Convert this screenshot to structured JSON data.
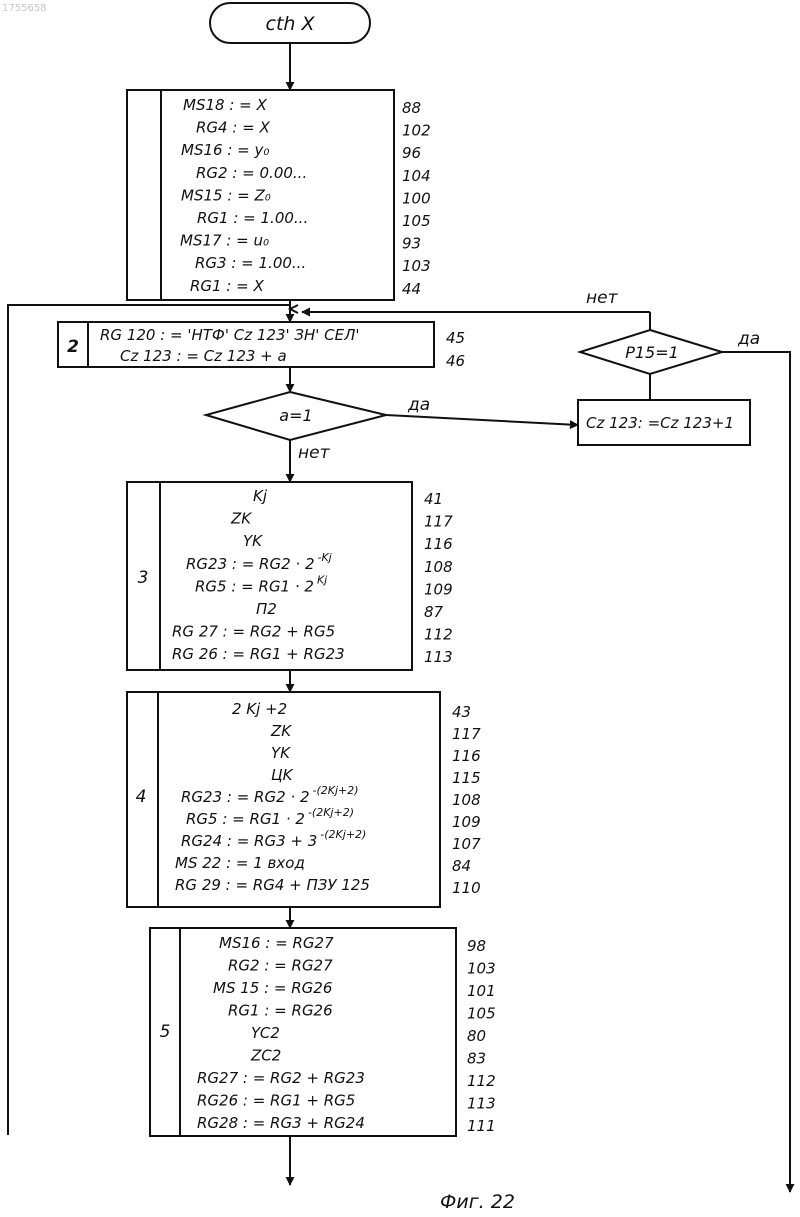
{
  "watermark": "1755658",
  "start_label": "cth X",
  "figure_caption": "Фиг. 22",
  "block1": {
    "lines": [
      {
        "text": "MS18 : = X",
        "ref": "88"
      },
      {
        "text": "RG4 : = X",
        "ref": "102"
      },
      {
        "text": "MS16 : = y₀",
        "ref": "96"
      },
      {
        "text": "RG2 : = 0.00...",
        "ref": "104"
      },
      {
        "text": "MS15 : = Z₀",
        "ref": "100"
      },
      {
        "text": "RG1 : = 1.00...",
        "ref": "105"
      },
      {
        "text": "MS17 : = u₀",
        "ref": "93"
      },
      {
        "text": "RG3 : = 1.00...",
        "ref": "103"
      },
      {
        "text": "RG1 : = X",
        "ref": "44"
      }
    ]
  },
  "block2": {
    "number": "2",
    "lines": [
      {
        "text": "RG 120 : = 'НТФ' Cz 123' ЗН' СЕЛ'",
        "ref": "45"
      },
      {
        "text": "Cz 123 : = Cz 123 + a",
        "ref": "46"
      }
    ]
  },
  "decision_a": {
    "text": "a=1",
    "yes_label": "да",
    "no_label": "нет"
  },
  "decision_p15": {
    "text": "P15=1",
    "yes_label": "да",
    "no_label": "нет"
  },
  "counter_box": {
    "text": "Cz 123: =Cz 123+1"
  },
  "block3": {
    "number": "3",
    "lines": [
      {
        "text": "Kj",
        "ref": "41"
      },
      {
        "text": "ZK",
        "ref": "117"
      },
      {
        "text": "YK",
        "ref": "116"
      },
      {
        "text": "RG23 : = RG2 · 2",
        "sup": "-Kj",
        "ref": "108"
      },
      {
        "text": "RG5 : = RG1 · 2",
        "sup": "Kj",
        "ref": "109"
      },
      {
        "text": "П2",
        "ref": "87"
      },
      {
        "text": "RG 27 : = RG2 + RG5",
        "ref": "112"
      },
      {
        "text": "RG 26 : = RG1 + RG23",
        "ref": "113"
      }
    ]
  },
  "block4": {
    "number": "4",
    "lines": [
      {
        "text": "2 Kj +2",
        "ref": "43"
      },
      {
        "text": "ZK",
        "ref": "117"
      },
      {
        "text": "YK",
        "ref": "116"
      },
      {
        "text": "ЦK",
        "ref": "115"
      },
      {
        "text": "RG23 : = RG2 · 2",
        "sup": "-(2Kj+2)",
        "ref": "108"
      },
      {
        "text": "RG5 : = RG1 · 2",
        "sup": "-(2Kj+2)",
        "ref": "109"
      },
      {
        "text": "RG24 : = RG3 + 3",
        "sup": "-(2Kj+2)",
        "ref": "107"
      },
      {
        "text": "MS 22 : = 1 вход",
        "ref": "84"
      },
      {
        "text": "RG 29 : = RG4 + ПЗУ 125",
        "ref": "110"
      }
    ]
  },
  "block5": {
    "number": "5",
    "lines": [
      {
        "text": "MS16 : = RG27",
        "ref": "98"
      },
      {
        "text": "RG2 : = RG27",
        "ref": "103"
      },
      {
        "text": "MS 15 : = RG26",
        "ref": "101"
      },
      {
        "text": "RG1 : = RG26",
        "ref": "105"
      },
      {
        "text": "YC2",
        "ref": "80"
      },
      {
        "text": "ZC2",
        "ref": "83"
      },
      {
        "text": "RG27 : = RG2 + RG23",
        "ref": "112"
      },
      {
        "text": "RG26 : = RG1 + RG5",
        "ref": "113"
      },
      {
        "text": "RG28 : = RG3 + RG24",
        "ref": "111"
      }
    ]
  },
  "colors": {
    "ink": "#111111",
    "paper": "#ffffff",
    "watermark": "#c8c8c8"
  }
}
